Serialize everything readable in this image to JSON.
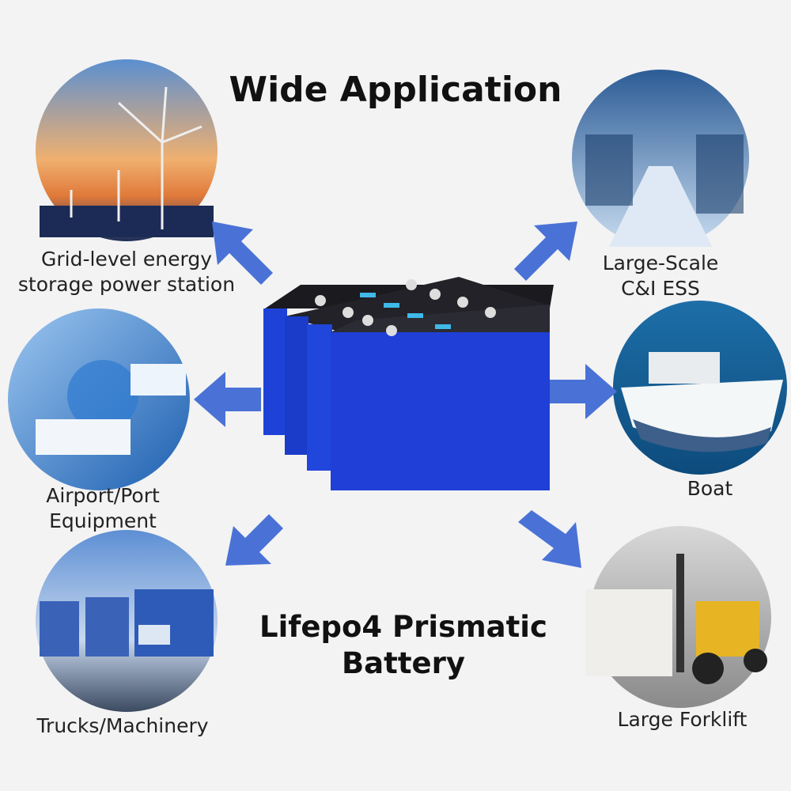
{
  "title": "Wide Application",
  "product": {
    "line1": "Lifepo4 Prismatic",
    "line2": "Battery"
  },
  "applications": [
    {
      "line1": "Grid-level energy",
      "line2": "storage power station",
      "icon": "wind-turbine-icon"
    },
    {
      "line1": "Large-Scale",
      "line2": "C&I ESS",
      "icon": "factory-icon"
    },
    {
      "line1": "Airport/Port",
      "line2": "Equipment",
      "icon": "transport-icon"
    },
    {
      "line1": "Boat",
      "icon": "boat-icon"
    },
    {
      "line1": "Trucks/Machinery",
      "icon": "truck-icon"
    },
    {
      "line1": "Large Forklift",
      "icon": "forklift-icon"
    }
  ],
  "colors": {
    "arrow": "#4a72d6",
    "battery": "#1f3fd6",
    "battery_top": "#1a1a1f"
  }
}
